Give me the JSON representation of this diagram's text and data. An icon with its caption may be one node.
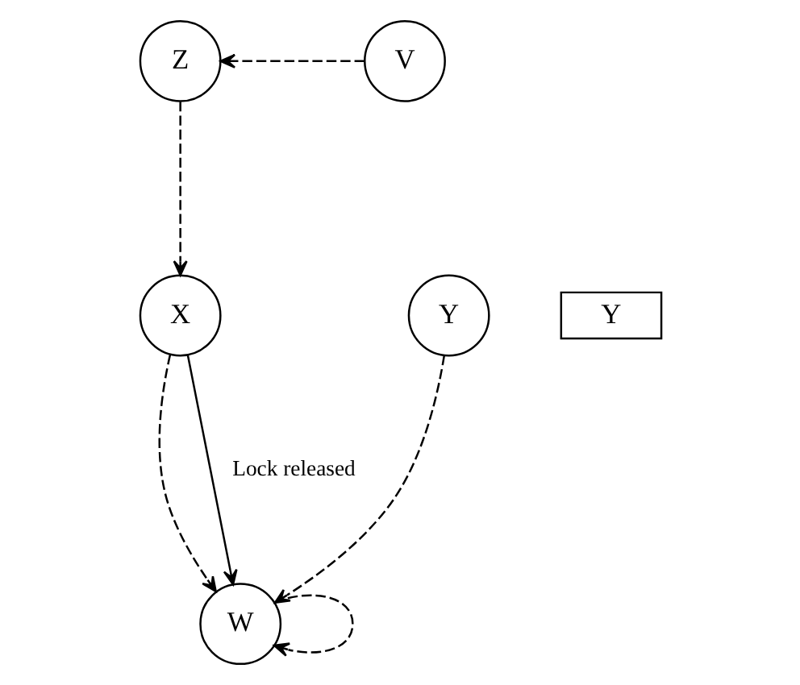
{
  "diagram": {
    "nodes": [
      {
        "text": [
          "Z"
        ]
      },
      {
        "text": [
          "X"
        ]
      },
      {
        "text": [
          "Y"
        ]
      },
      {
        "text": [
          "Y"
        ]
      },
      {
        "text": [
          "W"
        ]
      },
      {
        "text": [
          "V"
        ]
      }
    ],
    "edges": [
      {
        "from": 5,
        "to": 0,
        "arrow": "to",
        "style": "dashed"
      },
      {
        "from": 0,
        "to": 1,
        "arrow": "to",
        "style": "dashed"
      },
      {
        "from": 2,
        "to": 4,
        "arrow": "to",
        "style": "dashed"
      },
      {
        "from": 1,
        "to": 4,
        "arrow": "to",
        "style": "dashed"
      },
      {
        "from": 4,
        "to": 4,
        "arrow": "to",
        "style": "dashed"
      },
      {
        "from": 1,
        "to": 4,
        "arrow": "to",
        "label": "Lock released"
      }
    ]
  }
}
